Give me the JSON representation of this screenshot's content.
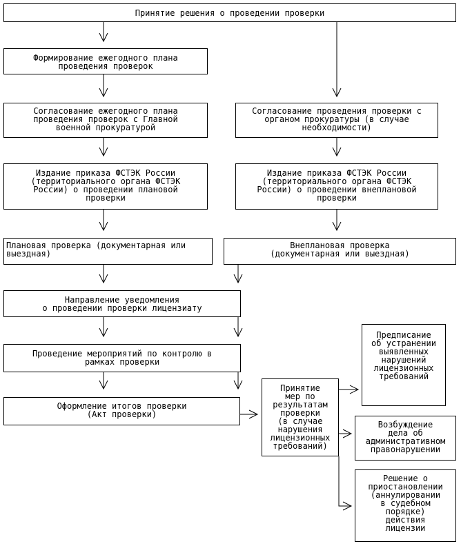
{
  "diagram": {
    "boxes": {
      "decision": "Принятие решения о проведении проверки",
      "annual_plan": "Формирование ежегодного плана\nпроведения проверок",
      "agree_military": "Согласование ежегодного плана\nпроведения проверок с Главной\nвоенной прокуратурой",
      "agree_prosecutor": "Согласование проведения проверки с\nорганом прокуратуры (в случае\nнеобходимости)",
      "order_planned": "Издание приказа ФСТЭК России\n(территориального органа ФСТЭК\nРоссии) о проведении плановой\nпроверки",
      "order_unplanned": "Издание приказа ФСТЭК России\n(территориального органа ФСТЭК\nРоссии) о проведении внеплановой\nпроверки",
      "planned_check": "Плановая проверка (документарная или\nвыездная)",
      "unplanned_check": "Внеплановая проверка\n(документарная или выездная)",
      "notice": "Направление уведомления\nо проведении проверки лицензиату",
      "control_measures": "Проведение мероприятий по контролю в\nрамках проверки",
      "results": "Оформление итогов проверки\n(Акт проверки)",
      "measures": "Принятие\nмер по\nрезультатам\nпроверки\n(в случае\nнарушения\nлицензионных\nтребований)",
      "order_fix": "Предписание\nоб устранении\nвыявленных\nнарушений\nлицензионных\nтребований",
      "admin_case": "Возбуждение\nдела об\nадминистративном\nправонарушении",
      "suspension": "Решение о\nприостановлении\n(аннулировании\nв судебном\nпорядке)\nдействия\nлицензии"
    }
  }
}
